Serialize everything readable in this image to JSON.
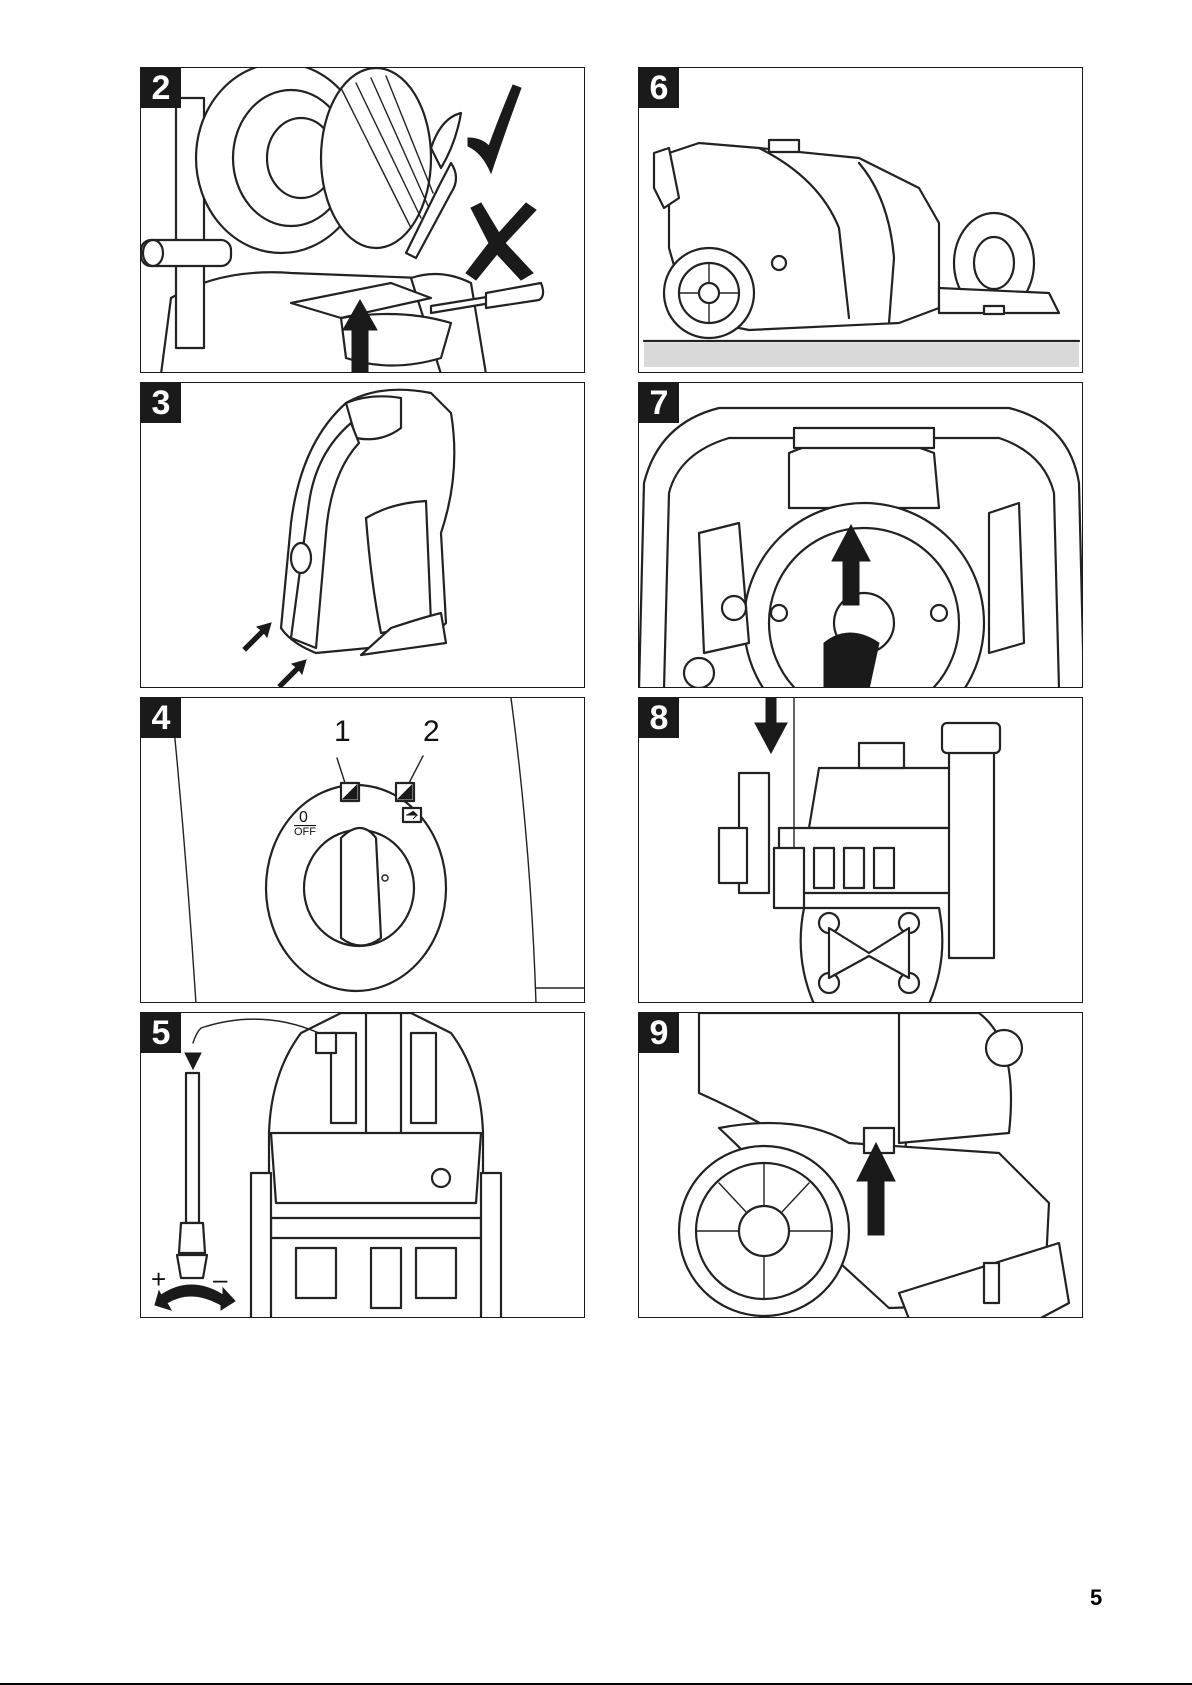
{
  "figures": [
    {
      "number": "2"
    },
    {
      "number": "3"
    },
    {
      "number": "4",
      "labels": {
        "callout_1": "1",
        "callout_2": "2",
        "switch_off_number": "0",
        "switch_off_text": "OFF"
      }
    },
    {
      "number": "5",
      "labels": {
        "plus": "+",
        "minus": "–"
      }
    },
    {
      "number": "6"
    },
    {
      "number": "7"
    },
    {
      "number": "8"
    },
    {
      "number": "9"
    }
  ],
  "page": {
    "number": "5"
  }
}
